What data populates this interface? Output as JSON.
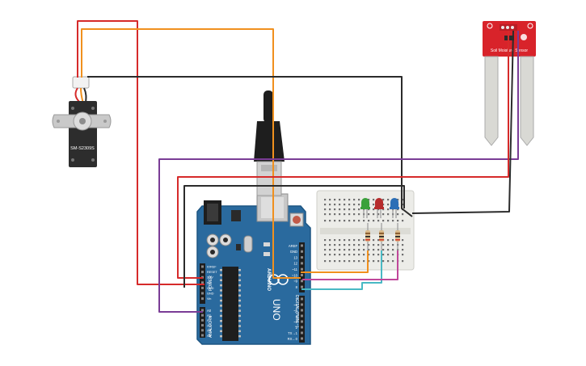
{
  "colors": {
    "background": "#ffffff",
    "wire_red": "#d62a2a",
    "wire_orange": "#f0901e",
    "wire_black": "#2b2b2b",
    "wire_purple": "#7a3c96",
    "wire_cyan": "#48b9c4",
    "wire_magenta": "#c0479a",
    "arduino_board": "#2a6a9e",
    "sensor_board": "#d8232a",
    "led_green": "#3aa13a",
    "led_red": "#b62c2c",
    "led_blue": "#2c6fb6",
    "breadboard": "#e9e9e6"
  },
  "servo": {
    "model_label": "SM-S2309S"
  },
  "sensor": {
    "label_line": "Soil  Moisture  Sensor"
  },
  "arduino": {
    "brand_label": "ARDUINO",
    "model_label": "UNO",
    "power_header_label": "POWER",
    "analog_header_label": "ANALOG IN",
    "digital_header_label": "DIGITAL (PWM ~)",
    "power_pins": [
      "IOREF",
      "RESET",
      "3.3V",
      "5V",
      "GND",
      "GND",
      "Vin"
    ],
    "analog_pins": [
      "A0",
      "A1",
      "A2",
      "A3",
      "A4",
      "A5"
    ],
    "digital_pins_top": [
      "AREF",
      "GND",
      "13",
      "12",
      "~11",
      "~10",
      "~9",
      "8"
    ],
    "digital_pins_bottom": [
      "7",
      "~6",
      "~5",
      "4",
      "~3",
      "2",
      "TX→1",
      "RX←0"
    ]
  },
  "leds": [
    {
      "name": "green-led",
      "color": "#3aa13a"
    },
    {
      "name": "red-led",
      "color": "#b62c2c"
    },
    {
      "name": "blue-led",
      "color": "#2c6fb6"
    }
  ]
}
